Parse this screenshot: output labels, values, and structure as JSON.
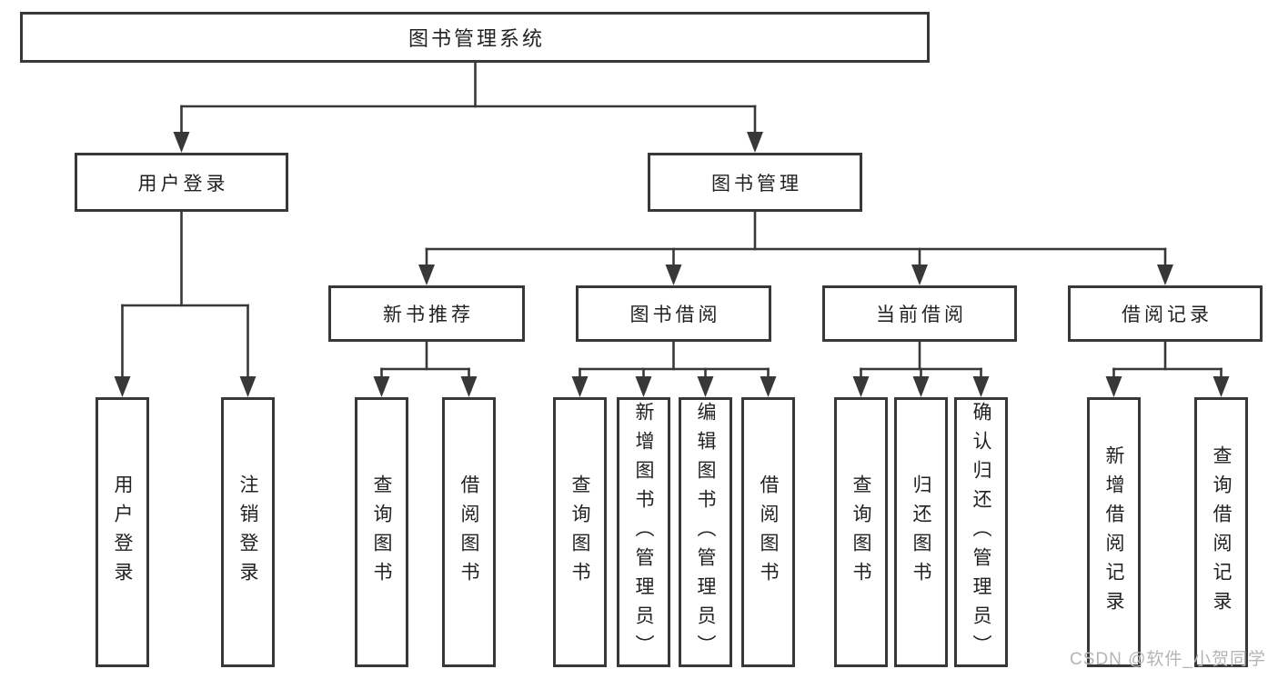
{
  "tree": {
    "root": {
      "label": "图书管理系统"
    },
    "branches": [
      {
        "label": "用户登录",
        "children": [
          {
            "label": "用户登录"
          },
          {
            "label": "注销登录"
          }
        ]
      },
      {
        "label": "图书管理",
        "children": [
          {
            "label": "新书推荐",
            "children": [
              {
                "label": "查询图书"
              },
              {
                "label": "借阅图书"
              }
            ]
          },
          {
            "label": "图书借阅",
            "children": [
              {
                "label": "查询图书"
              },
              {
                "label": "新增图书（管理员）"
              },
              {
                "label": "编辑图书（管理员）"
              },
              {
                "label": "借阅图书"
              }
            ]
          },
          {
            "label": "当前借阅",
            "children": [
              {
                "label": "查询图书"
              },
              {
                "label": "归还图书"
              },
              {
                "label": "确认归还（管理员）"
              }
            ]
          },
          {
            "label": "借阅记录",
            "children": [
              {
                "label": "新增借阅记录"
              },
              {
                "label": "查询借阅记录"
              }
            ]
          }
        ]
      }
    ]
  },
  "watermark": {
    "text": "CSDN @软件_小贺同学"
  },
  "colors": {
    "line": "#383838",
    "box_border": "#383838",
    "text": "#222222",
    "background": "#ffffff",
    "watermark": "#b5b5b5"
  }
}
